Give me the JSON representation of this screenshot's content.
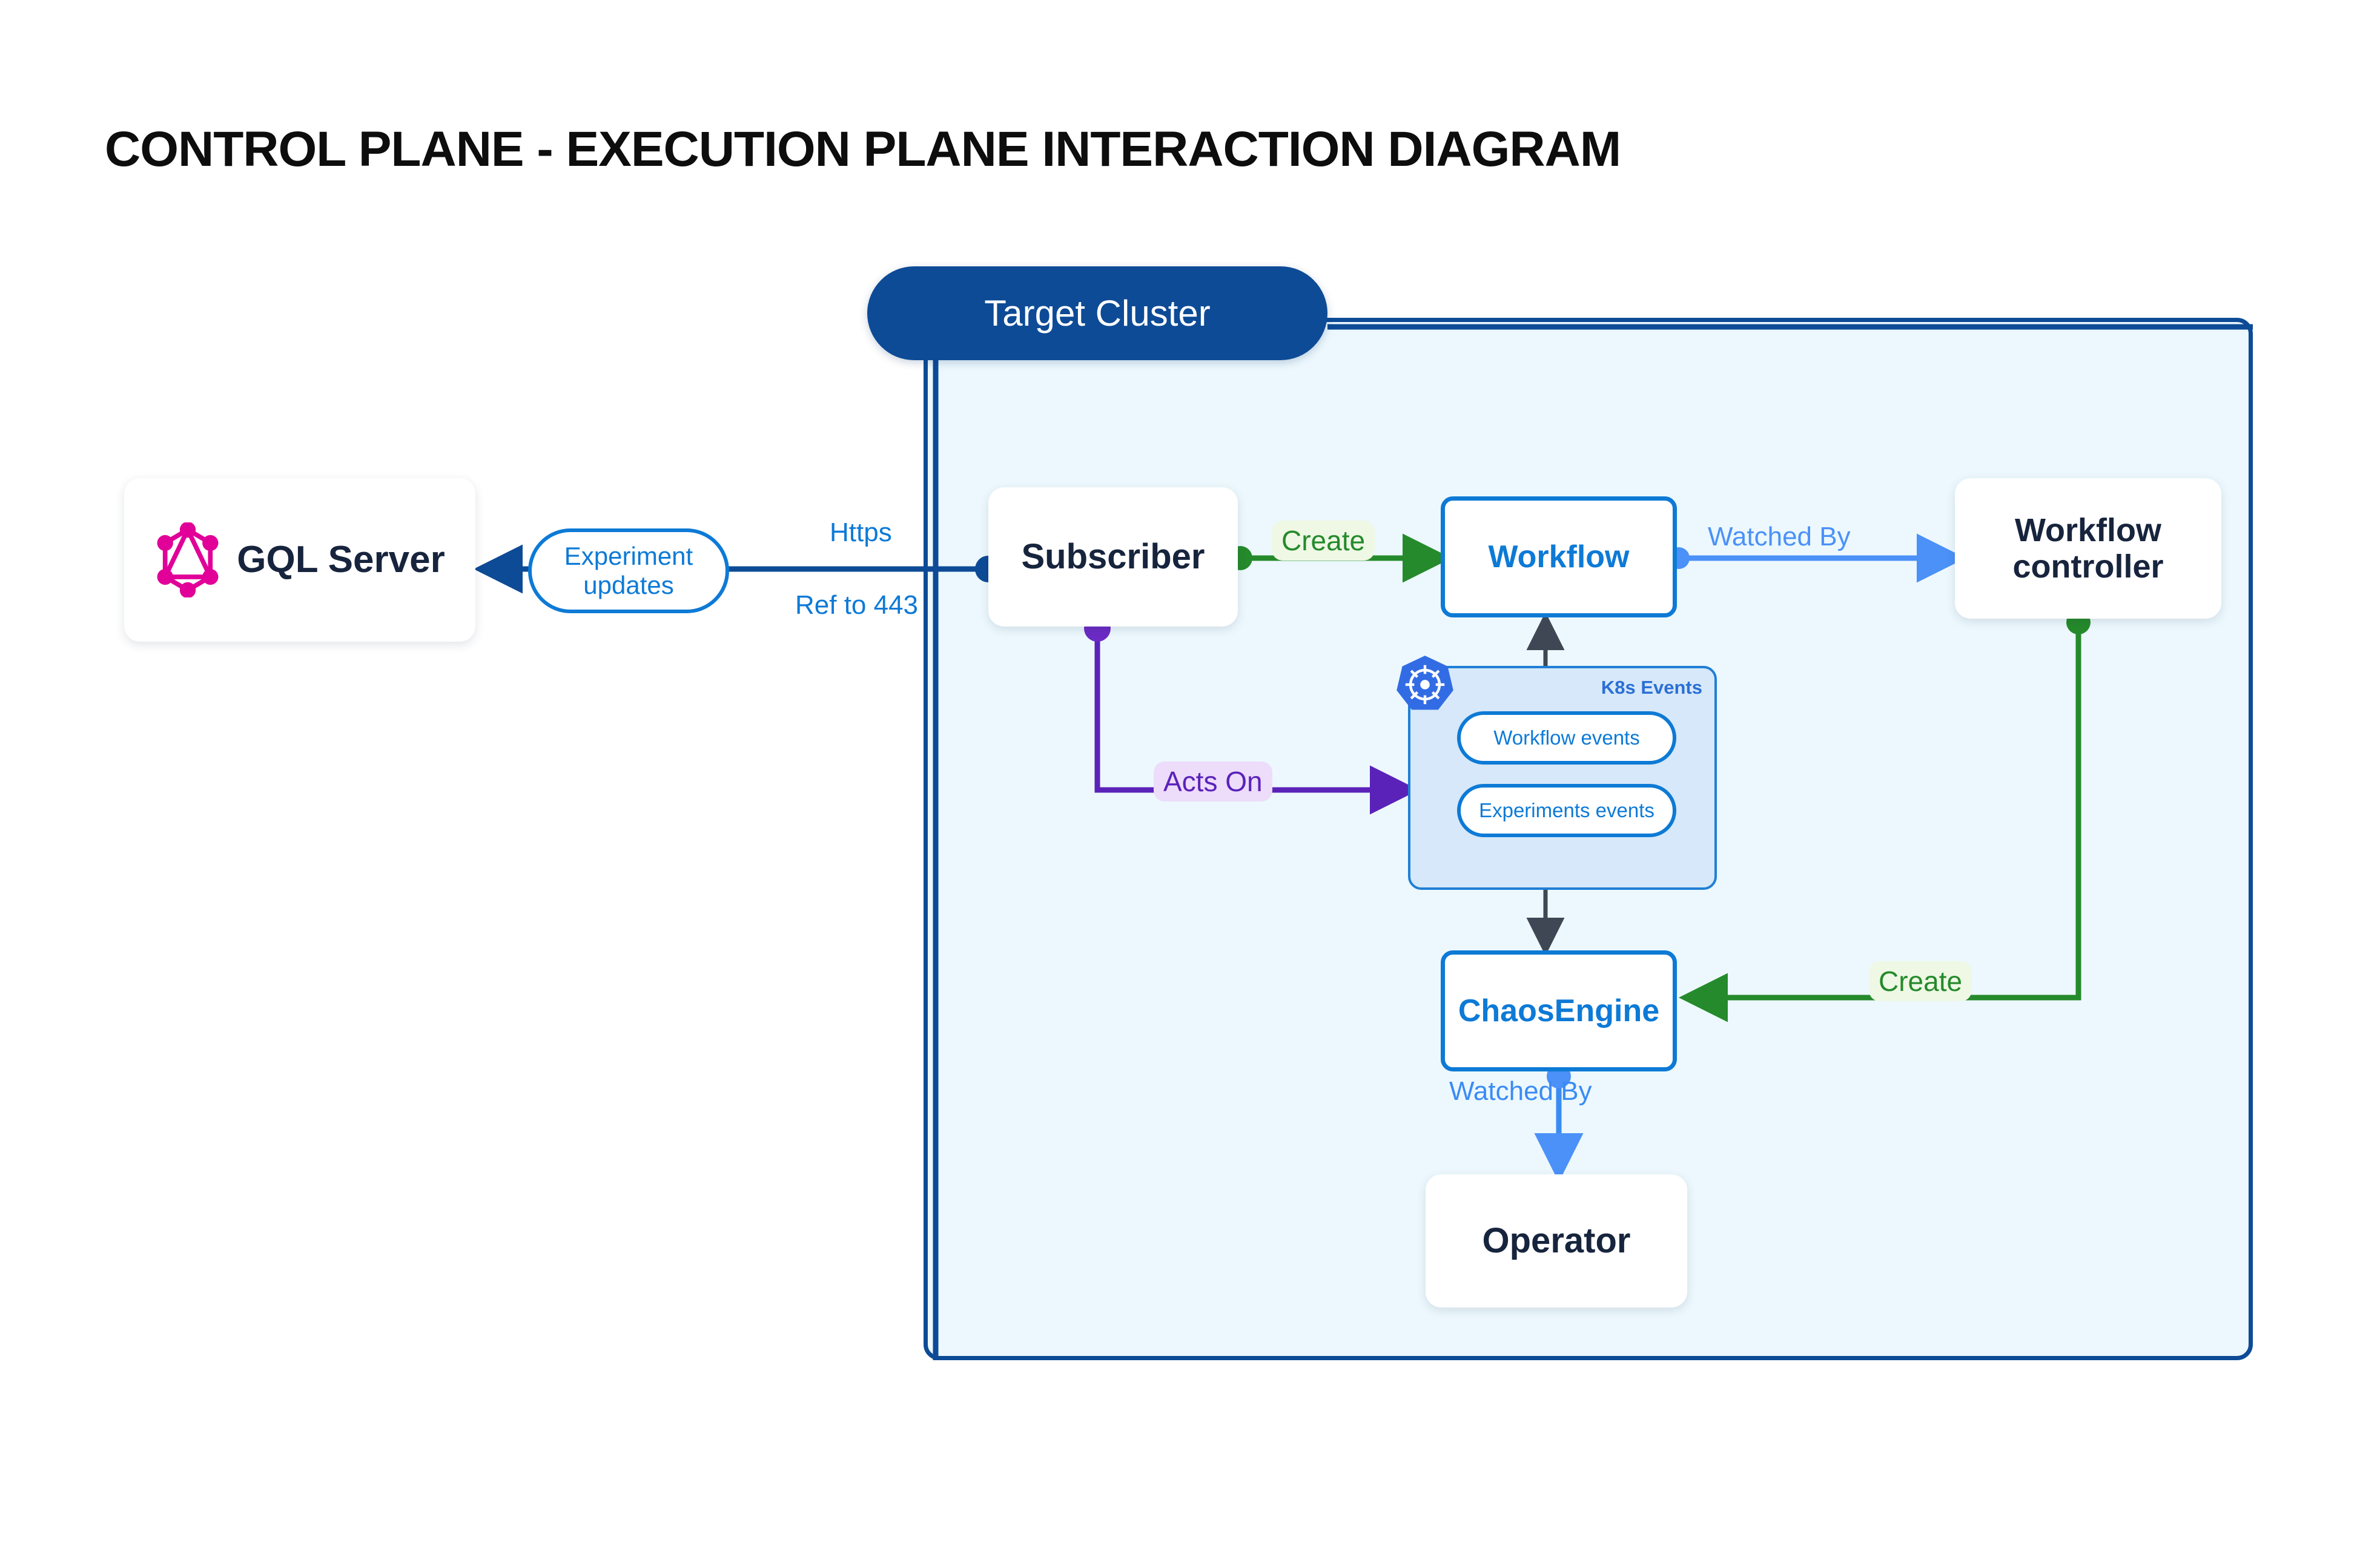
{
  "page": {
    "title": "CONTROL PLANE - EXECUTION PLANE INTERACTION DIAGRAM",
    "background": "#ffffff"
  },
  "cluster": {
    "badge_label": "Target Cluster",
    "badge_bg": "#0d4b96",
    "badge_text_color": "#ffffff",
    "container_bg": "#ecf8fd",
    "container_border": "#0d4b96"
  },
  "nodes": {
    "gql_server": {
      "label": "GQL Server",
      "icon": "graphql-logo-icon",
      "icon_color": "#e10098",
      "style": "white-card"
    },
    "subscriber": {
      "label": "Subscriber",
      "style": "white-card"
    },
    "workflow": {
      "label": "Workflow",
      "style": "blue-outline",
      "color": "#0d7ad6"
    },
    "workflow_controller": {
      "label": "Workflow controller",
      "style": "white-card"
    },
    "chaos_engine": {
      "label": "ChaosEngine",
      "style": "blue-outline",
      "color": "#0d7ad6"
    },
    "operator": {
      "label": "Operator",
      "style": "white-card"
    }
  },
  "k8s_group": {
    "title": "K8s Events",
    "icon": "kubernetes-helm-icon",
    "icon_color": "#326ce5",
    "bg": "#d6e8f9",
    "border": "#1f7fd6",
    "pills": [
      {
        "label": "Workflow events"
      },
      {
        "label": "Experiments events"
      }
    ]
  },
  "edges": {
    "experiment_updates": {
      "label": "Experiment updates",
      "color": "#0d7ad6",
      "from": "subscriber",
      "to": "gql_server"
    },
    "https": {
      "label": "Https",
      "color": "#0d7ad6"
    },
    "ref_443": {
      "label": "Ref to 443",
      "color": "#0d7ad6"
    },
    "create_workflow": {
      "label": "Create",
      "color": "#258a2b",
      "from": "subscriber",
      "to": "workflow"
    },
    "watched_by_workflow": {
      "label": "Watched By",
      "color": "#4b91f7",
      "from": "workflow",
      "to": "workflow_controller"
    },
    "create_chaosengine": {
      "label": "Create",
      "color": "#258a2b",
      "from": "workflow_controller",
      "to": "chaos_engine"
    },
    "watched_by_operator": {
      "label": "Watched By",
      "color": "#3b8bf5",
      "from": "chaos_engine",
      "to": "operator"
    },
    "acts_on": {
      "label": "Acts On",
      "color": "#5b22ba",
      "from": "subscriber",
      "to": "k8s_group"
    }
  }
}
